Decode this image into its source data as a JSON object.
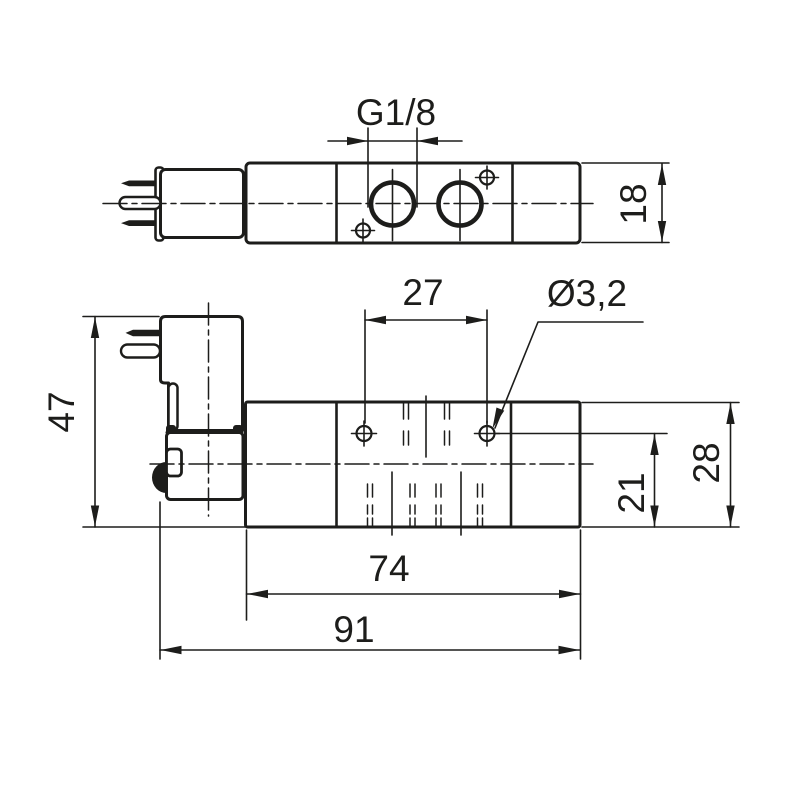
{
  "drawing": {
    "type": "technical-dimension-drawing",
    "colors": {
      "background": "#ffffff",
      "line": "#1d1d1b"
    },
    "views": {
      "top": {
        "dimensions": {
          "thread": "G1/8",
          "height": "18"
        }
      },
      "front": {
        "dimensions": {
          "hole_spacing": "27",
          "hole_diameter": "Ø3,2",
          "port_center_height": "21",
          "body_height": "28",
          "overall_height": "47",
          "body_length": "74",
          "overall_length": "91"
        }
      }
    }
  }
}
